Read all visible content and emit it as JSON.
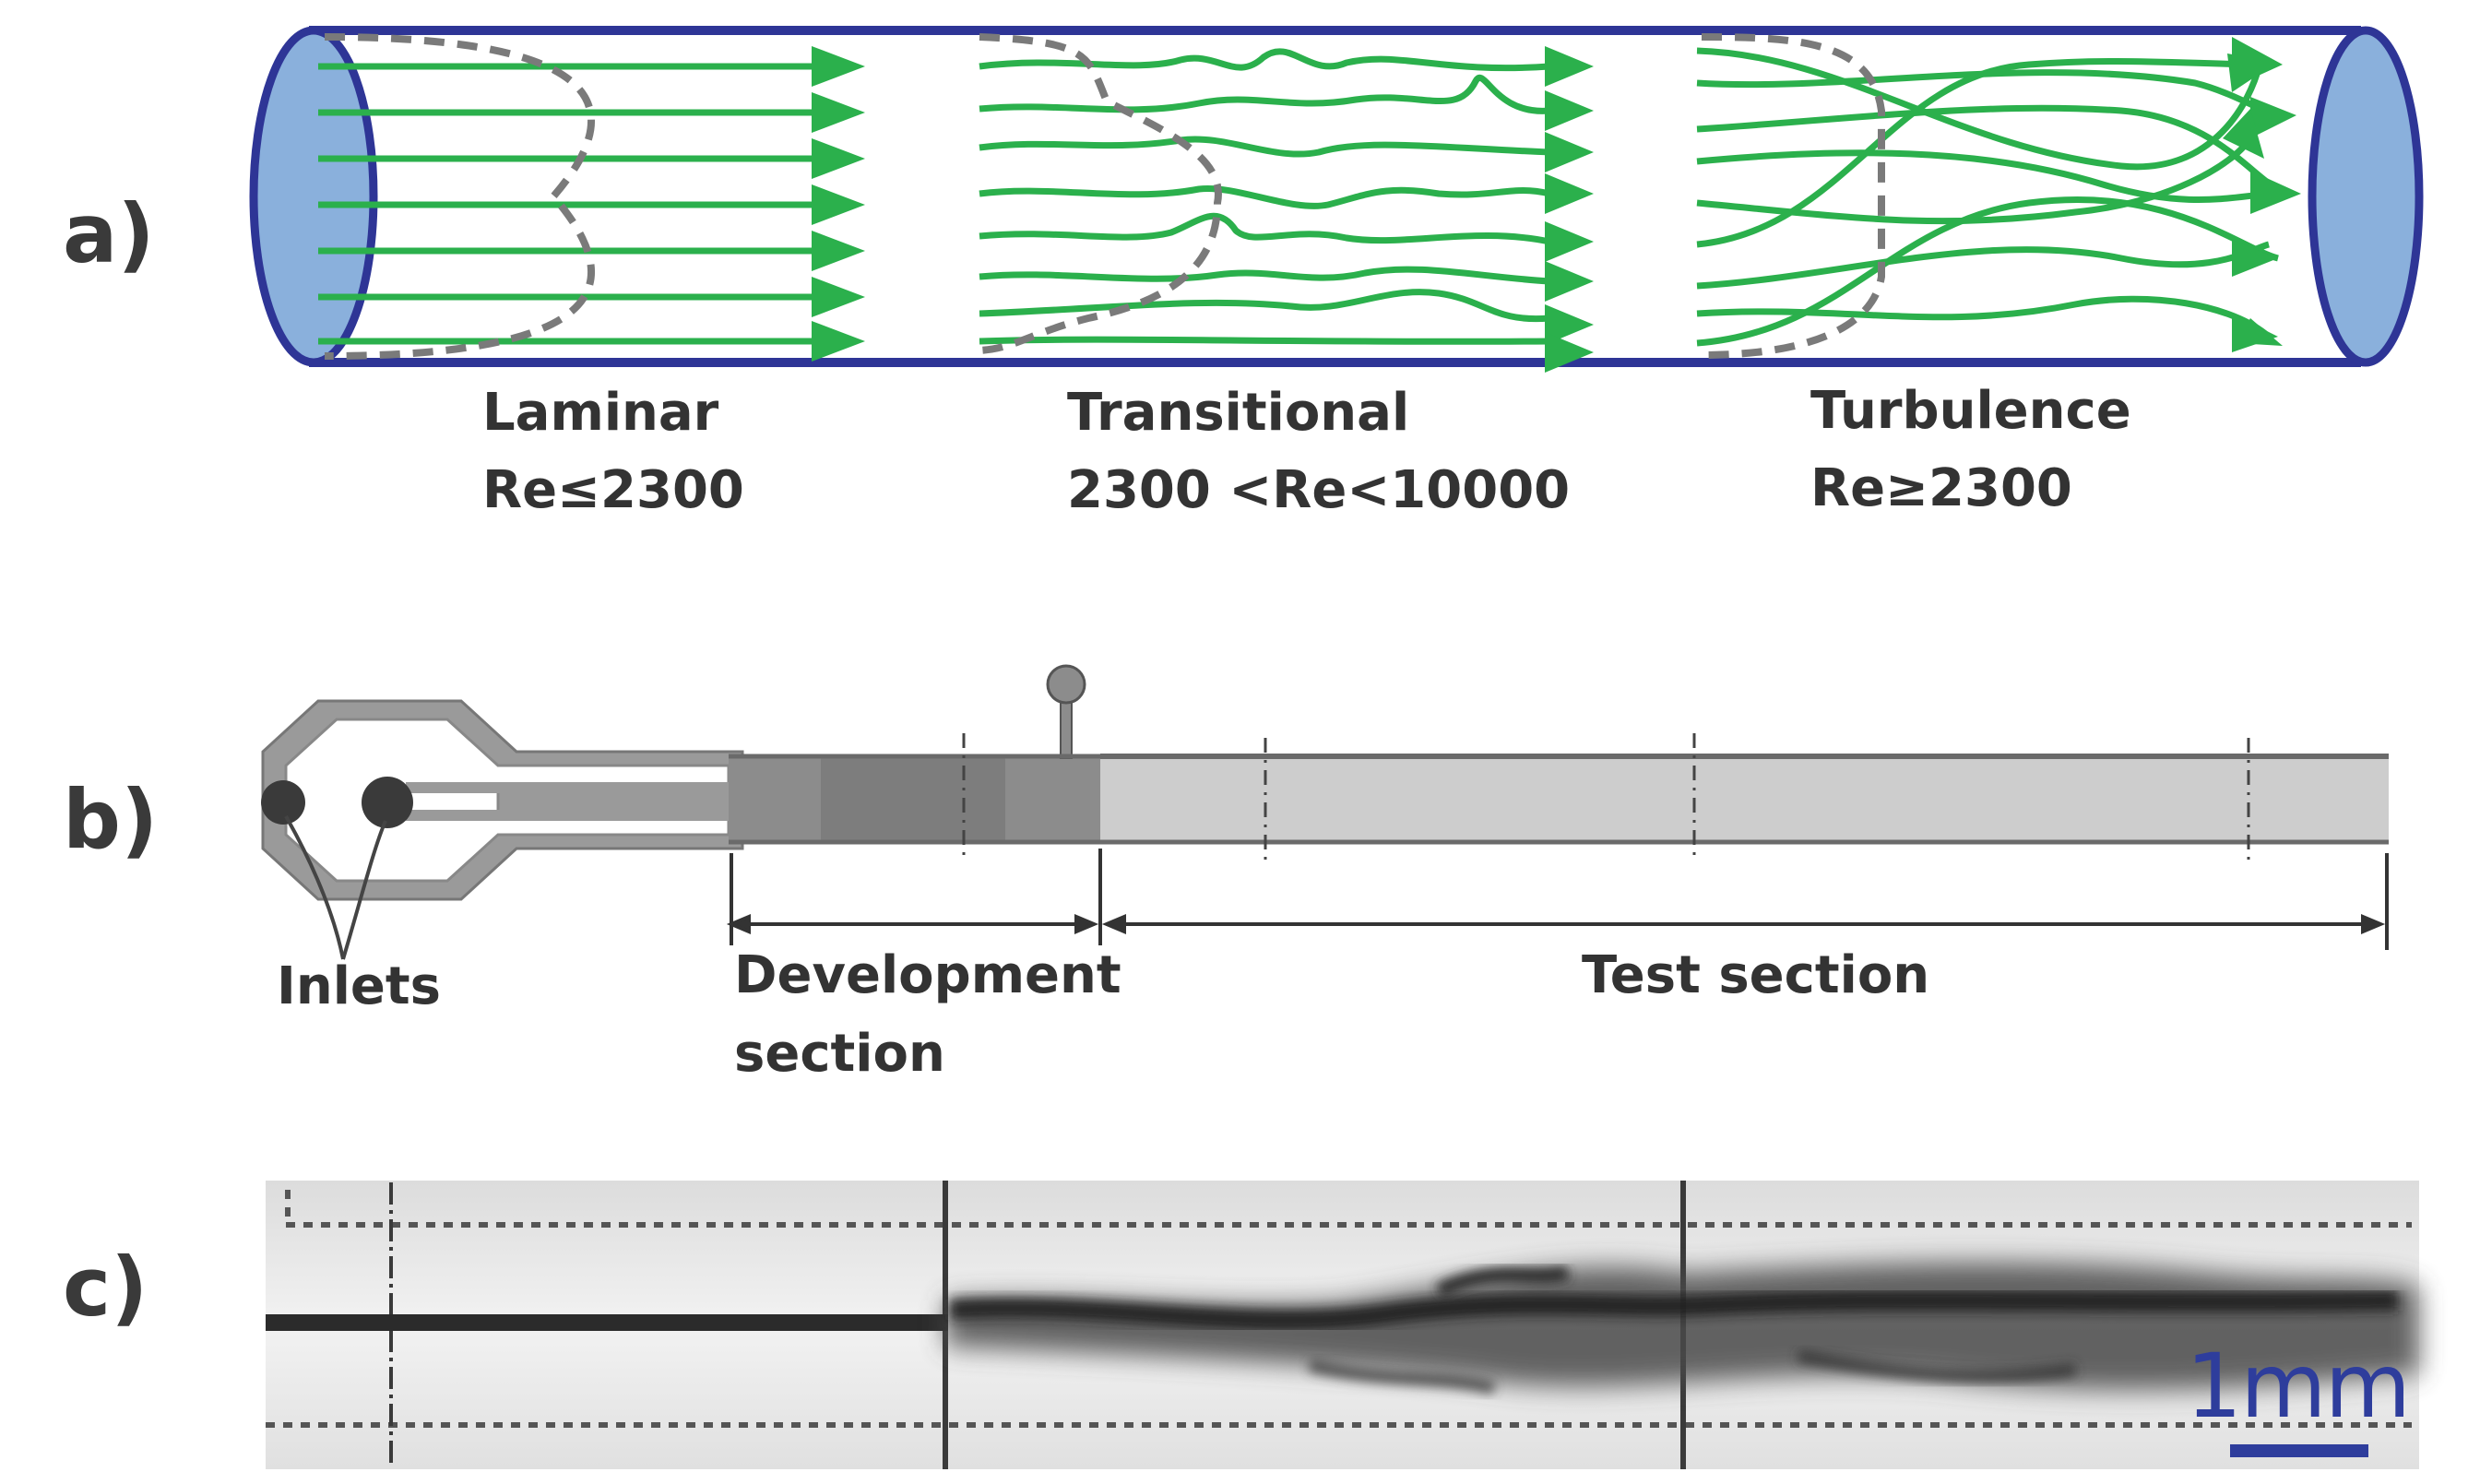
{
  "panels": {
    "a": {
      "letter": "a)",
      "regimes": [
        {
          "name": "Laminar",
          "condition": "Re≤2300"
        },
        {
          "name": "Transitional",
          "condition": "2300 <Re<10000"
        },
        {
          "name": "Turbulence",
          "condition": "Re≥2300"
        }
      ]
    },
    "b": {
      "letter": "b)",
      "inlets_label": "Inlets",
      "development_label_line1": "Development",
      "development_label_line2": "section",
      "test_label": "Test section"
    },
    "c": {
      "letter": "c)",
      "scale_label": "1mm"
    }
  },
  "colors": {
    "pipe_outline": "#2e3596",
    "pipe_end": "#8ab0dc",
    "streamline": "#2bb04c",
    "profile_dash": "#7a7a7a",
    "channel_dark": "#8c8c8c",
    "channel_light": "#cdcdcd",
    "scale_bar": "#2e3d9c"
  }
}
